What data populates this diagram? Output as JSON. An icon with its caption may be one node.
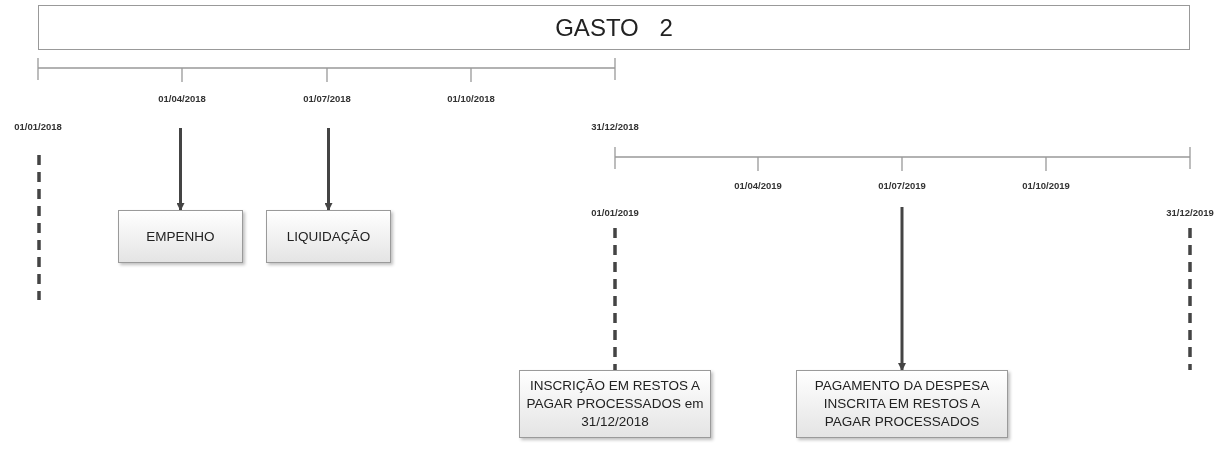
{
  "diagram": {
    "title": "GASTO 2",
    "nodes": [
      {
        "text": [
          "EMPENHO"
        ]
      },
      {
        "text": [
          "LIQUIDAÇÃO"
        ]
      },
      {
        "text": [
          "INSCRIÇÃO EM RESTOS A PAGAR PROCESSADOS em 31/12/2018"
        ]
      },
      {
        "text": [
          "PAGAMENTO DA DESPESA INSCRITA EM RESTOS A PAGAR PROCESSADOS"
        ]
      }
    ],
    "edges": [
      {
        "from": null,
        "to": 0,
        "arrow": "to"
      },
      {
        "from": null,
        "to": 1,
        "arrow": "to"
      },
      {
        "from": null,
        "to": 2,
        "arrow": "none",
        "style": "dashed"
      },
      {
        "from": null,
        "to": 3,
        "arrow": "to"
      }
    ],
    "labels": [
      "01/04/2018",
      "01/07/2018",
      "01/10/2018",
      "01/01/2018",
      "31/12/2018",
      "01/04/2019",
      "01/07/2019",
      "01/10/2019",
      "01/01/2019",
      "31/12/2019"
    ]
  }
}
